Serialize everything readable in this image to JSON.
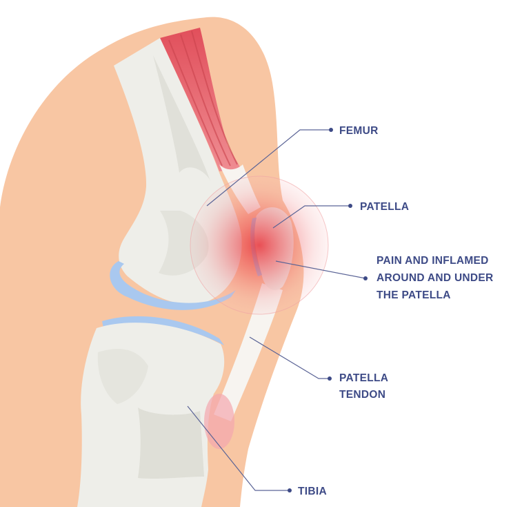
{
  "labels": {
    "femur": "FEMUR",
    "patella": "PATELLA",
    "pain_line1": "PAIN AND INFLAMED",
    "pain_line2": "AROUND AND UNDER",
    "pain_line3": "THE PATELLA",
    "tendon_line1": "PATELLA",
    "tendon_line2": "TENDON",
    "tibia": "TIBIA"
  },
  "colors": {
    "skin": "#f8c6a3",
    "bone": "#eeeee9",
    "bone_shadow": "#dcdcd4",
    "cartilage": "#a9c8ef",
    "muscle": "#e7636c",
    "tendon": "#f7f4f0",
    "inflammation": "#e8333a",
    "label_text": "#3d4a86"
  }
}
